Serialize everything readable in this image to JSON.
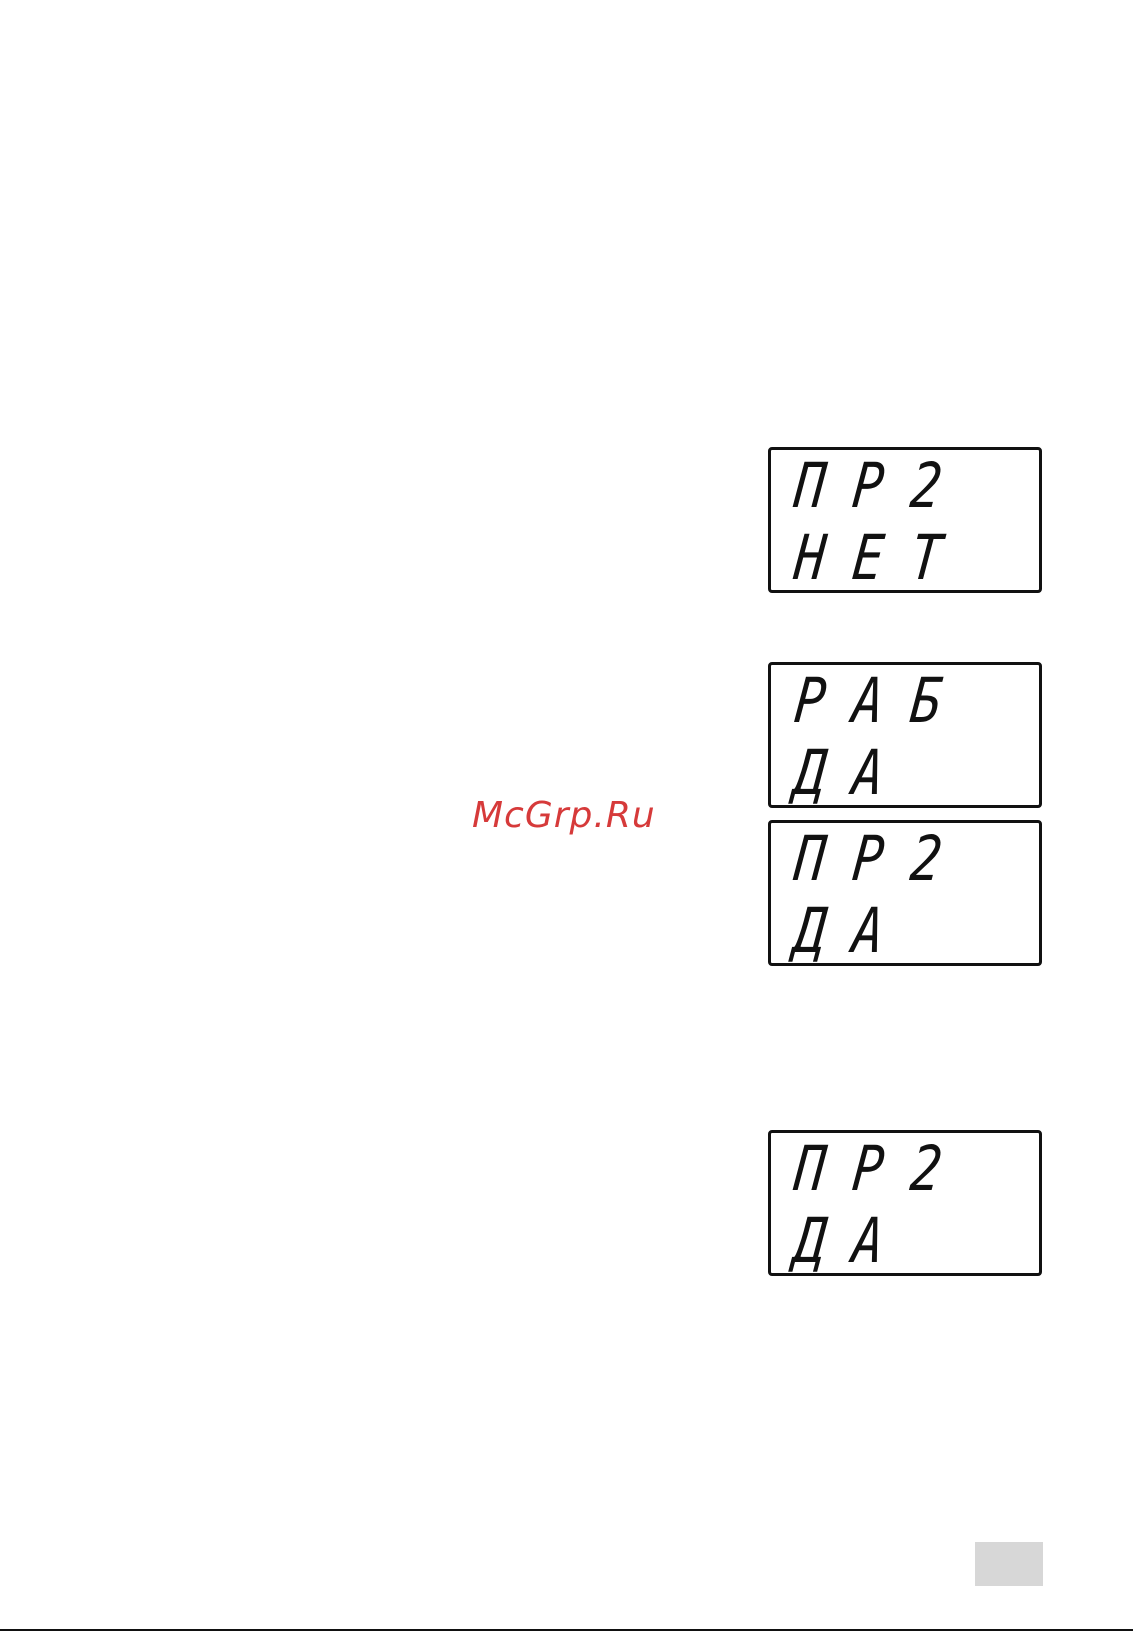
{
  "displays": [
    {
      "line1": [
        "П",
        "Р",
        "2"
      ],
      "line2": [
        "Н",
        "Е",
        "Т"
      ]
    },
    {
      "line1": [
        "Р",
        "А",
        "Б"
      ],
      "line2": [
        "Д",
        "А"
      ]
    },
    {
      "line1": [
        "П",
        "Р",
        "2"
      ],
      "line2": [
        "Д",
        "А"
      ]
    },
    {
      "line1": [
        "П",
        "Р",
        "2"
      ],
      "line2": [
        "Д",
        "А"
      ]
    }
  ],
  "watermark": {
    "text": "McGrp.Ru",
    "color": "#d63a3a"
  },
  "page_tab_color": "#d7d7d7",
  "text_color": "#111111"
}
